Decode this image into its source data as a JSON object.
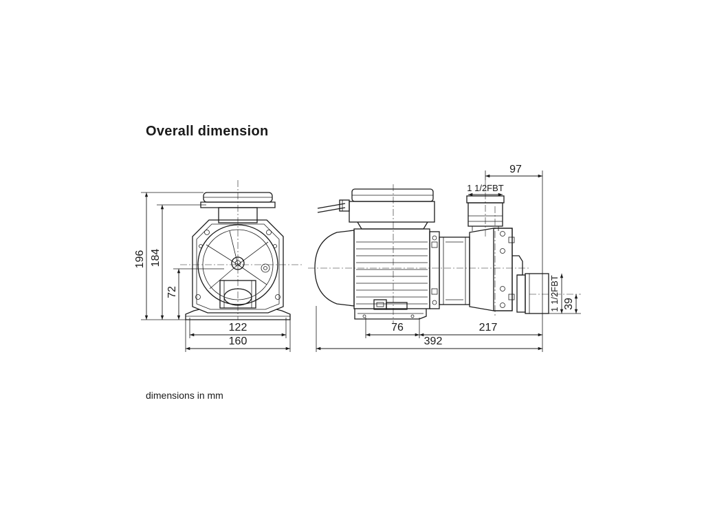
{
  "title": "Overall dimension",
  "note": "dimensions in mm",
  "front_view": {
    "dims": {
      "overall_height": "196",
      "body_height": "184",
      "outlet_height": "72",
      "foot_spacing": "122",
      "base_width": "160"
    }
  },
  "side_view": {
    "dims": {
      "inlet_offset": "97",
      "inlet_thread": "1 1/2FBT",
      "outlet_thread": "1 1/2FBT",
      "outlet_center": "39",
      "foot_length": "76",
      "front_length": "217",
      "overall_length": "392"
    }
  }
}
